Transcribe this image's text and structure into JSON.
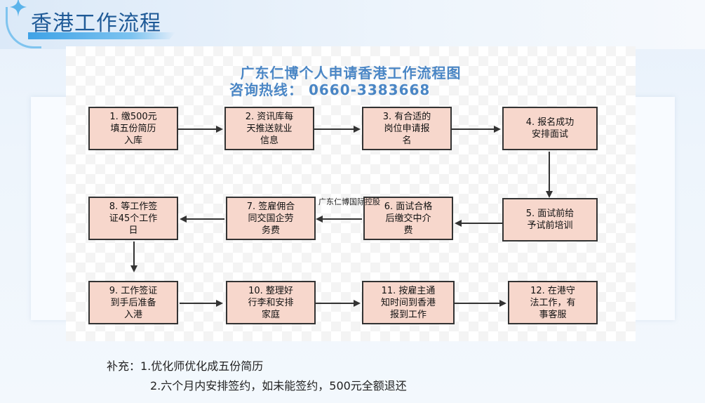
{
  "page": {
    "title": "香港工作流程"
  },
  "diagram": {
    "title": "广东仁博个人申请香港工作流程图",
    "hotline": "咨询热线：  0660-3383668",
    "watermark": "广东仁博国际控股",
    "steps": [
      "1. 缴500元\n填五份简历\n入库",
      "2. 资讯库每\n天推送就业\n信息",
      "3. 有合适的\n岗位申请报\n名",
      "4. 报名成功\n安排面试",
      "5. 面试前给\n予试前培训",
      "6. 面试合格\n后缴交中介\n费",
      "7. 签雇佣合\n同交国企劳\n务费",
      "8. 等工作签\n证45个工作\n日",
      "9. 工作签证\n到手后准备\n入港",
      "10. 整理好\n行李和安排\n家庭",
      "11. 按雇主通\n知时间到香港\n报到工作",
      "12. 在港守\n法工作，有\n事客服"
    ]
  },
  "notes": {
    "line1": "补充：1.优化师优化成五份简历",
    "line2": "2.六个月内安排签约，如未能签约，500元全额退还"
  },
  "colors": {
    "box_fill": "#f7d7cc",
    "title_blue": "#4a86c5",
    "page_title": "#1f5a97"
  }
}
